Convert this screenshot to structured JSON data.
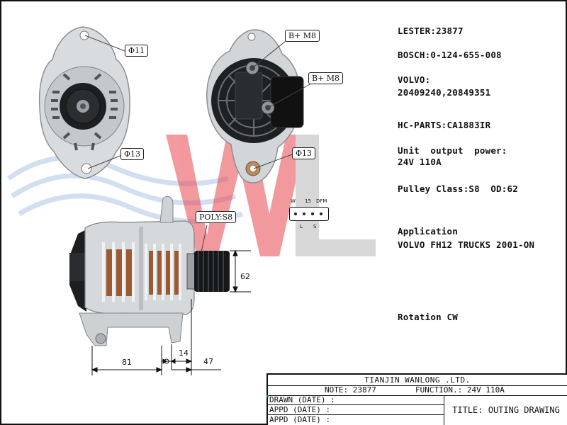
{
  "specs": {
    "lester": "LESTER:23877",
    "bosch": "BOSCH:0-124-655-008",
    "volvo_label": "VOLVO:",
    "volvo_numbers": "20409240,20849351",
    "hc_parts": "HC-PARTS:CA1883IR",
    "output_label": "Unit  output  power:",
    "output_value": "24V 110A",
    "pulley": "Pulley Class:S8  OD:62",
    "application_label": "Application",
    "application_value": "VOLVO FH12 TRUCKS 2001-ON",
    "rotation": "Rotation CW"
  },
  "callouts": {
    "front_top_hole": "Φ11",
    "front_bottom_hole": "Φ13",
    "rear_bplus_1": "B+ M8",
    "rear_bplus_2": "B+ M8",
    "rear_bottom_hole": "Φ13",
    "pulley_type": "POLY:S8"
  },
  "connector": {
    "pin_w": "W",
    "pin_15": "15",
    "pin_dfm": "DFM",
    "pin_l": "L",
    "pin_s": "S"
  },
  "dimensions": {
    "pulley_diameter": "62",
    "length_body": "81",
    "offset": "14",
    "pulley_offset": "47"
  },
  "watermark": {
    "letters": "WL",
    "color": "#e8474f"
  },
  "title_block": {
    "company": "TIANJIN WANLONG .LTD.",
    "note": "NOTE: 23877",
    "function": "FUNCTION.: 24V 110A",
    "drawn": "DRAWN  (DATE)  :",
    "appd1": "APPD  (DATE) :",
    "appd2": "APPD  (DATE) :",
    "title": "TITLE: OUTING DRAWING"
  }
}
